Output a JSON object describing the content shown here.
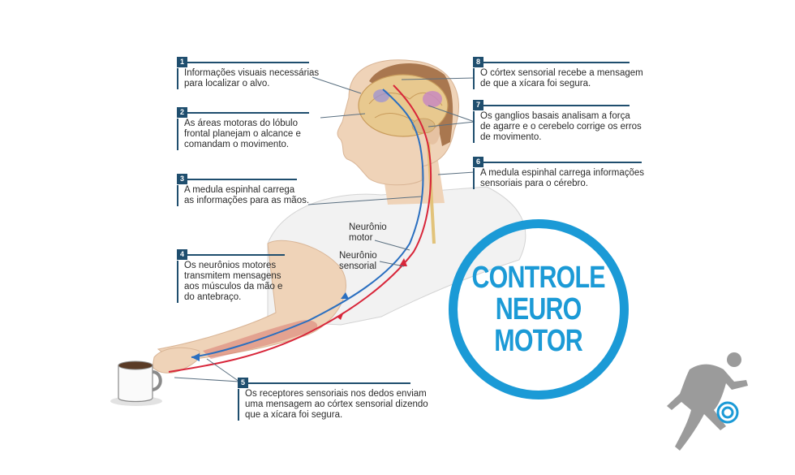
{
  "title": "CONTROLE\nNEURO\nMOTOR",
  "callouts": [
    {
      "num": "1",
      "text": "Informações visuais necessárias\npara localizar o alvo."
    },
    {
      "num": "2",
      "text": "As áreas motoras do lóbulo\nfrontal planejam o alcance e\ncomandam o movimento."
    },
    {
      "num": "3",
      "text": "A medula espinhal carrega\nas informações para as mãos."
    },
    {
      "num": "4",
      "text": "Os neurônios motores\ntransmitem mensagens\naos músculos da mão e\ndo antebraço."
    },
    {
      "num": "5",
      "text": "Os receptores sensoriais nos dedos enviam\numa mensagem ao córtex sensorial dizendo\nque a xícara foi segura."
    },
    {
      "num": "6",
      "text": "A medula espinhal carrega informações\nsensoriais para o cérebro."
    },
    {
      "num": "7",
      "text": "Os ganglios basais analisam a força\nde agarre e o cerebelo corrige os erros\nde movimento."
    },
    {
      "num": "8",
      "text": "O córtex sensorial recebe a mensagem\nde que a xícara foi segura."
    }
  ],
  "neurons": {
    "motor": "Neurônio\nmotor",
    "sensory": "Neurônio\nsensorial"
  },
  "colors": {
    "motor_path": "#2a6fc0",
    "sensory_path": "#d8263a",
    "accent": "#1b9ad6",
    "callout_rule": "#1f4e6e",
    "skin": "#efd3b8",
    "shirt": "#f2f2f2"
  },
  "icons": [
    "runner-logo-icon",
    "coffee-cup-icon"
  ]
}
